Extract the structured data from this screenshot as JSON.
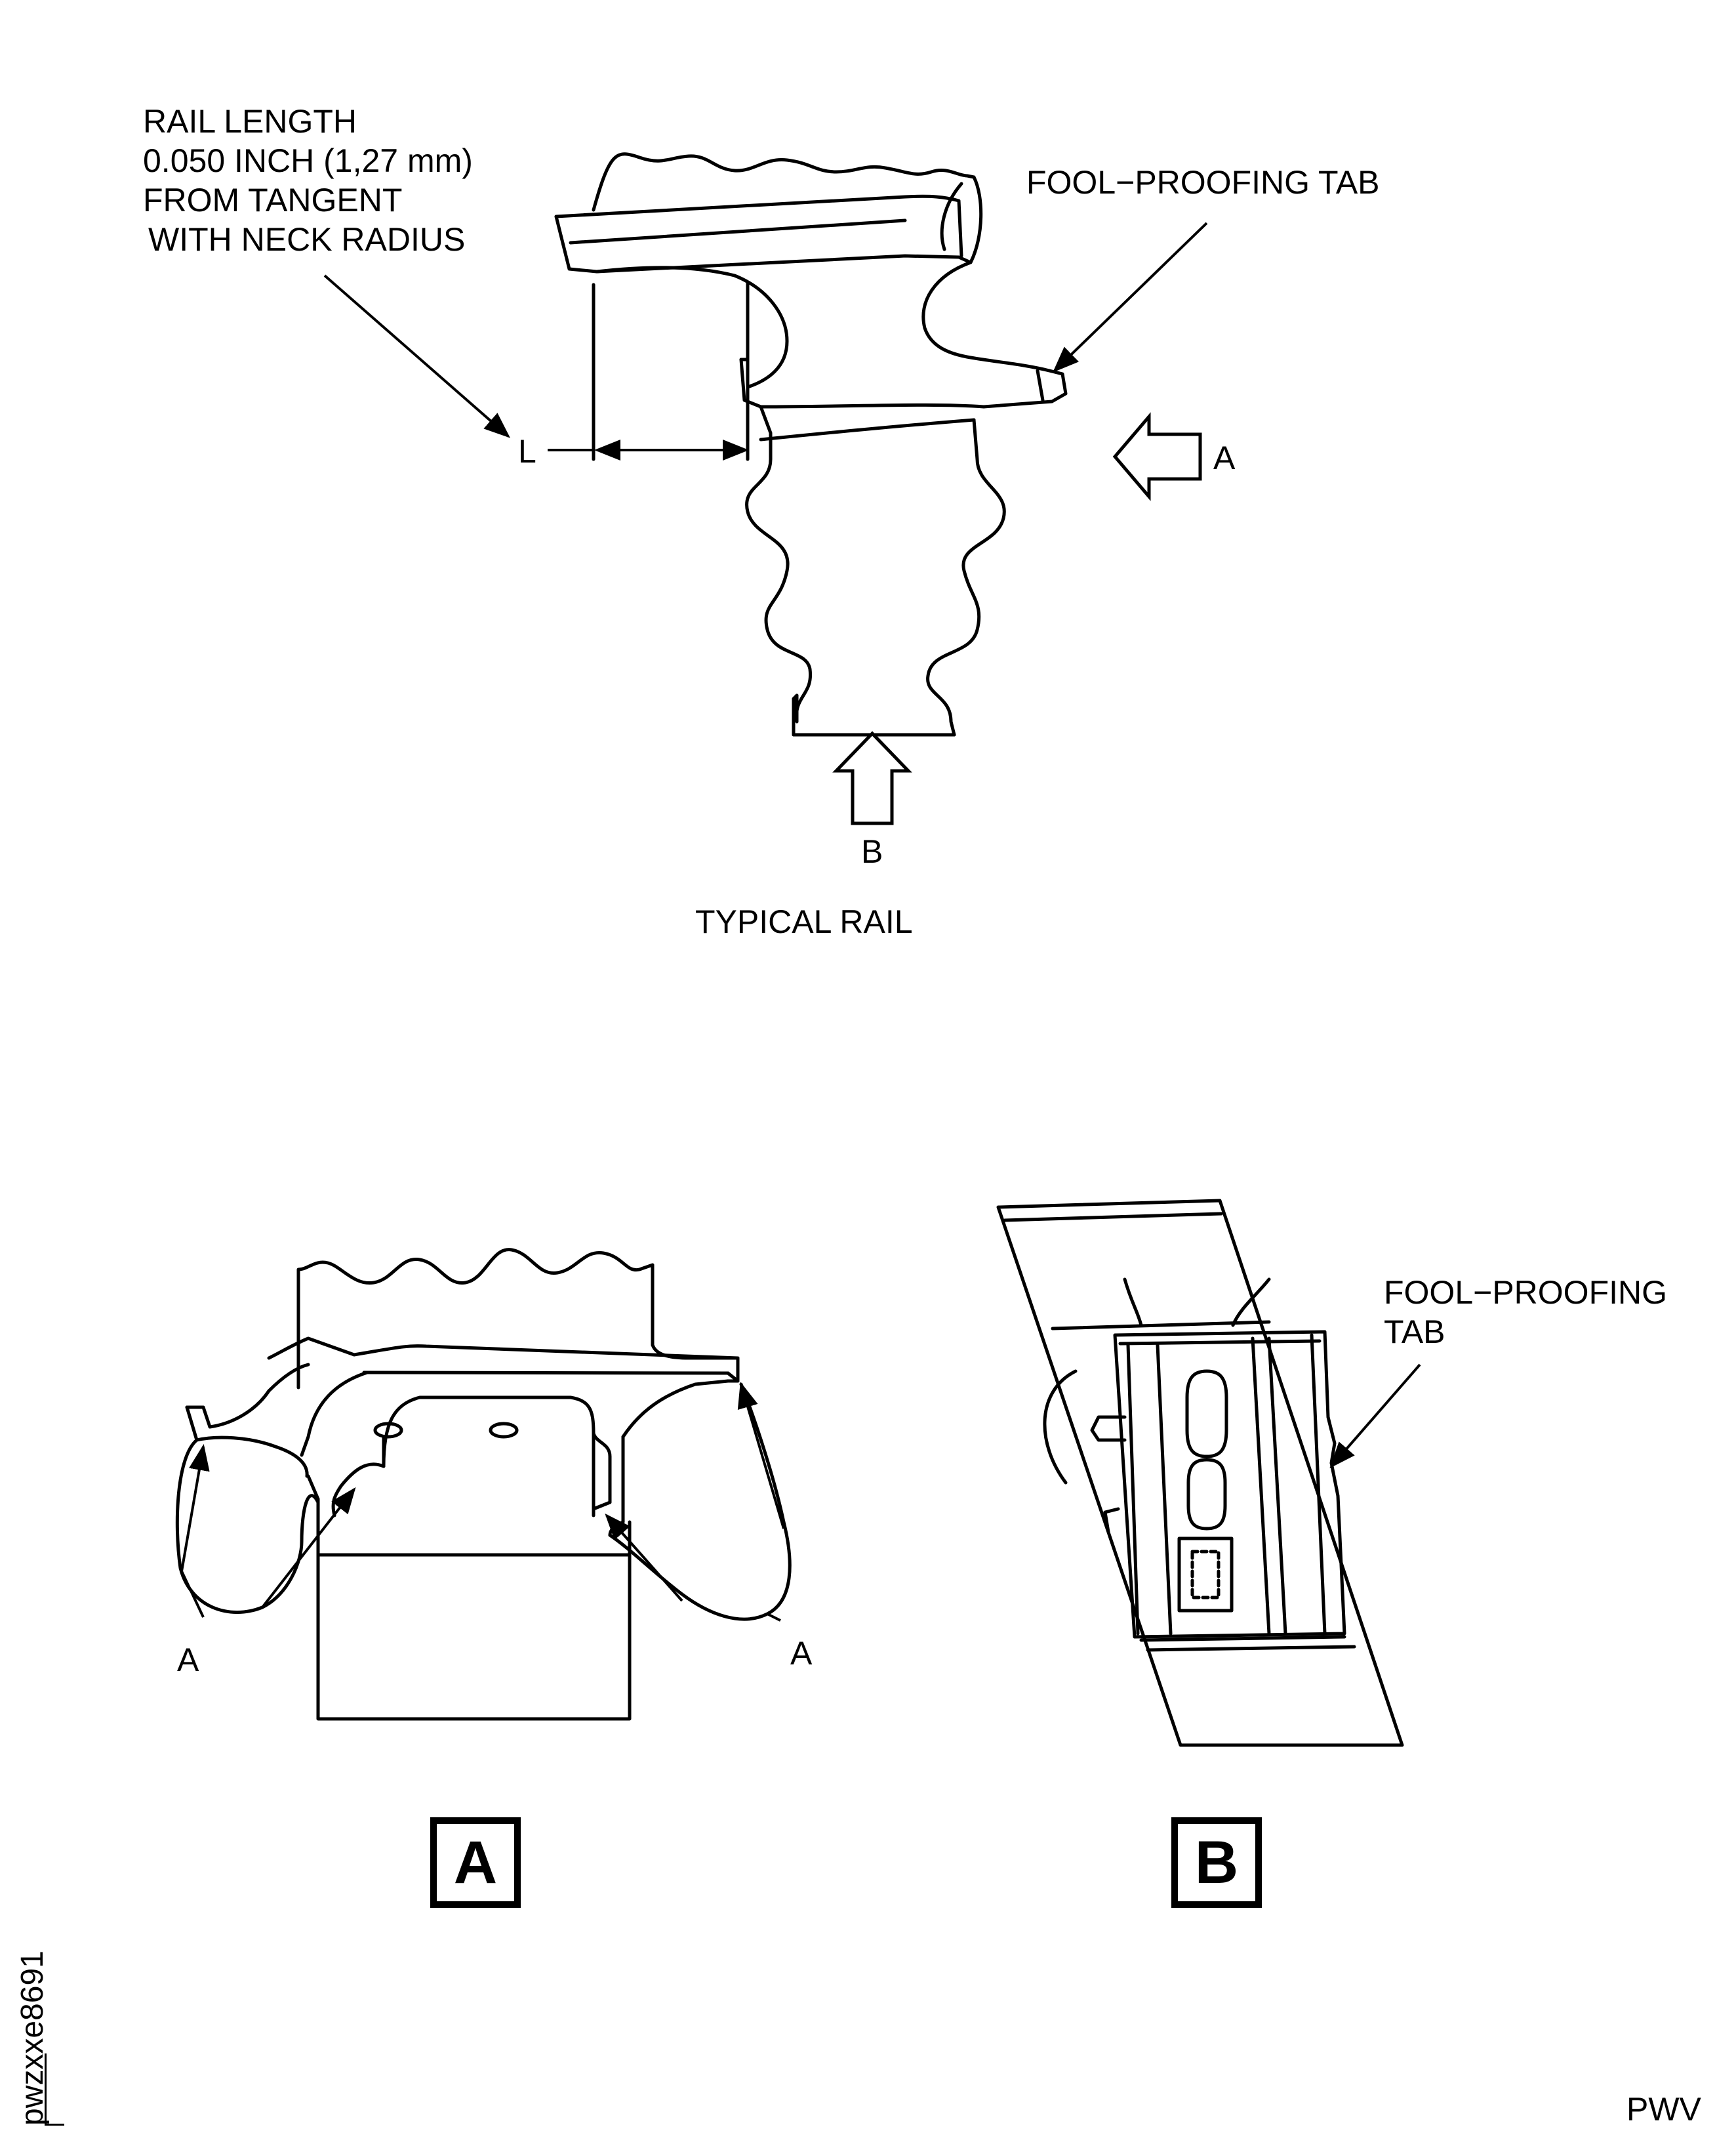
{
  "top_view": {
    "rail_length_note": [
      "RAIL LENGTH",
      "0.050 INCH (1,27 mm)",
      "FROM TANGENT",
      "WITH NECK RADIUS"
    ],
    "fool_proofing_tab": "FOOL−PROOFING TAB",
    "dim_label": "L",
    "view_arrow_a": "A",
    "view_arrow_b": "B",
    "caption": "TYPICAL RAIL"
  },
  "view_a": {
    "callout_left": "A",
    "callout_right": "A",
    "title": "A"
  },
  "view_b": {
    "fool_proofing_tab": [
      "FOOL−PROOFING",
      "TAB"
    ],
    "title": "B"
  },
  "footer": {
    "figure_id": "pwzxxe8691",
    "code": "PWV"
  }
}
